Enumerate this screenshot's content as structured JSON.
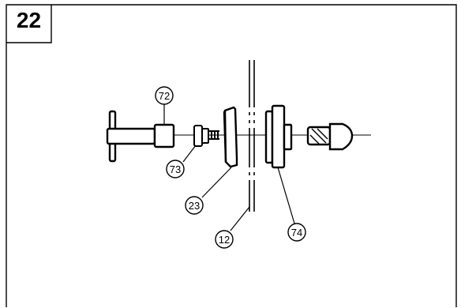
{
  "step": {
    "number": "22"
  },
  "callouts": {
    "c72": "72",
    "c73": "73",
    "c23": "23",
    "c12": "12",
    "c74": "74"
  },
  "colors": {
    "line": "#000000",
    "background": "#ffffff"
  }
}
